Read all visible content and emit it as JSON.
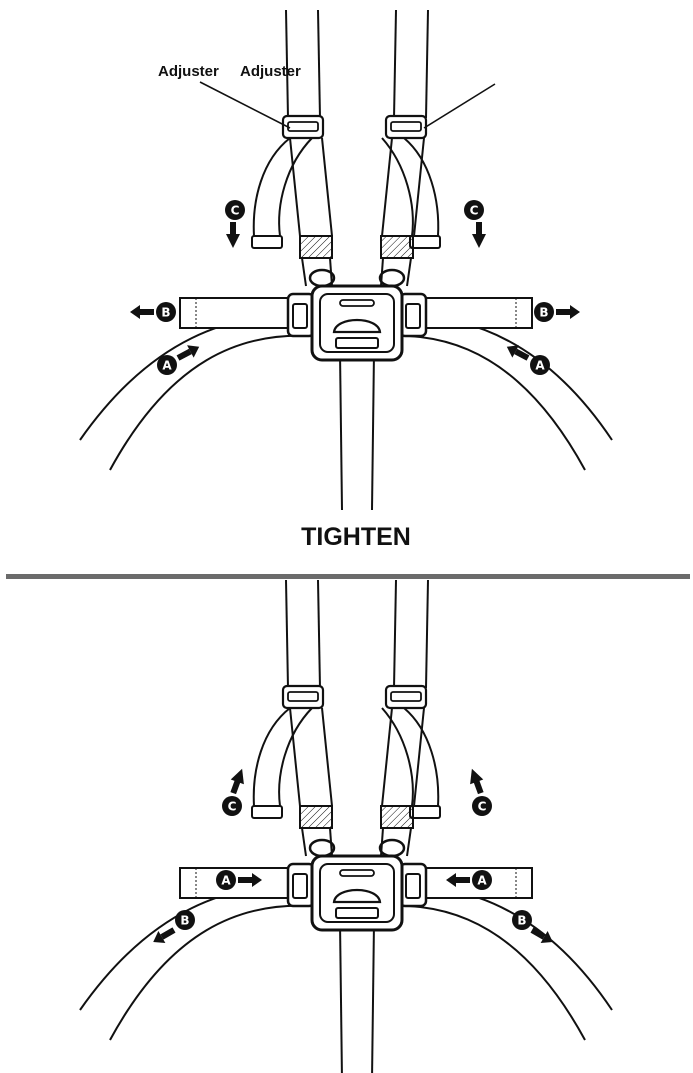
{
  "labels": {
    "adjuster_left": "Adjuster",
    "adjuster_right": "Adjuster",
    "caption": "TIGHTEN"
  },
  "badges": {
    "a": "A",
    "b": "B",
    "c": "C"
  },
  "colors": {
    "ink": "#111111",
    "paper": "#ffffff",
    "divider": "#6b6b6b"
  }
}
